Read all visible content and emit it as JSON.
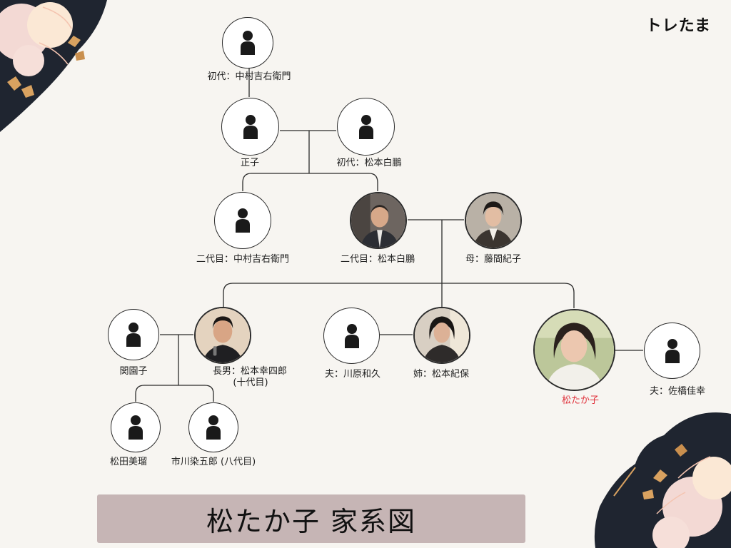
{
  "brand": "トレたま",
  "title": "松たか子 家系図",
  "colors": {
    "background": "#f7f5f1",
    "banner": "#c6b5b5",
    "line": "#2b2b2b",
    "highlight_label": "#e0323c"
  },
  "people": {
    "shodai_nakamura_kichiemon": {
      "label": "初代：中村吉右衛門",
      "image": "person-silhouette-icon"
    },
    "masako": {
      "label": "正子",
      "image": "person-silhouette-icon"
    },
    "shodai_matsumoto_hakuo": {
      "label": "初代：松本白鵬",
      "image": "person-silhouette-icon"
    },
    "nidaime_nakamura_kichiemon": {
      "label": "二代目：中村吉右衛門",
      "image": "person-silhouette-icon"
    },
    "nidaime_matsumoto_hakuo": {
      "label": "二代目：松本白鵬",
      "image": "portrait-photo"
    },
    "mother_fujima_kiko": {
      "label": "母：藤間紀子",
      "image": "portrait-photo"
    },
    "sekisonoko": {
      "label": "関園子",
      "image": "person-silhouette-icon"
    },
    "eldest_son_koshiro": {
      "label": "長男：松本幸四郎",
      "label2": "(十代目)",
      "image": "portrait-photo"
    },
    "husband_kawahara": {
      "label": "夫：川原和久",
      "image": "person-silhouette-icon"
    },
    "sister_matsumoto_kio": {
      "label": "姉：松本紀保",
      "image": "portrait-photo"
    },
    "matsu_takako": {
      "label": "松たか子",
      "image": "portrait-photo"
    },
    "husband_sahashi": {
      "label": "夫：佐橋佳幸",
      "image": "person-silhouette-icon"
    },
    "matsuda_miru": {
      "label": "松田美瑠",
      "image": "person-silhouette-icon"
    },
    "ichikawa_somegoro": {
      "label": "市川染五郎 (八代目)",
      "image": "person-silhouette-icon"
    }
  }
}
